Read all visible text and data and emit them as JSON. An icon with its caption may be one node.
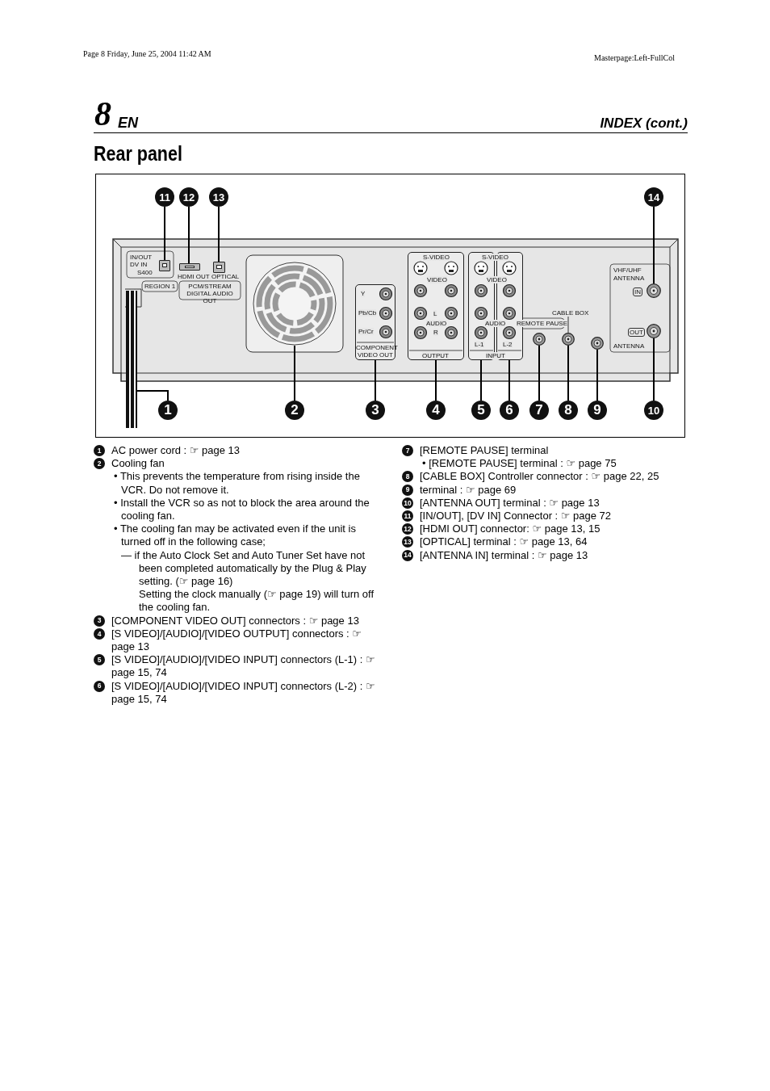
{
  "diagram": {
    "title": "Rear panel",
    "nodes": [
      {
        "text": [
          "11"
        ]
      },
      {
        "text": [
          "12"
        ]
      },
      {
        "text": [
          "13"
        ]
      },
      {
        "text": [
          "14"
        ]
      },
      {
        "text": [
          "1"
        ]
      },
      {
        "text": [
          "2"
        ]
      },
      {
        "text": [
          "3"
        ]
      },
      {
        "text": [
          "4"
        ]
      },
      {
        "text": [
          "5"
        ]
      },
      {
        "text": [
          "6"
        ]
      },
      {
        "text": [
          "7"
        ]
      },
      {
        "text": [
          "8"
        ]
      },
      {
        "text": [
          "9"
        ]
      },
      {
        "text": [
          "10"
        ]
      },
      {
        "text": [],
        "shape": "box"
      },
      {
        "text": [],
        "shape": "box"
      },
      {
        "text": [],
        "shape": "box"
      },
      {
        "text": [],
        "shape": "circle",
        "beside": [
          "IN"
        ]
      },
      {
        "text": [],
        "shape": "cable"
      },
      {
        "text": [],
        "shape": "fan"
      },
      {
        "text": [],
        "shape": "box"
      },
      {
        "text": [],
        "shape": "box"
      },
      {
        "text": [],
        "shape": "box"
      },
      {
        "text": [],
        "shape": "box"
      },
      {
        "text": [],
        "shape": "circle"
      },
      {
        "text": [],
        "shape": "circle"
      },
      {
        "text": [],
        "shape": "circle"
      },
      {
        "text": [],
        "shape": "circle",
        "beside": [
          "OUT"
        ]
      }
    ],
    "edges": [
      {
        "from": 0,
        "to": 14,
        "arrow": "none"
      },
      {
        "from": 1,
        "to": 15,
        "arrow": "none"
      },
      {
        "from": 2,
        "to": 16,
        "arrow": "none"
      },
      {
        "from": 3,
        "to": 17,
        "arrow": "none"
      },
      {
        "from": 4,
        "to": 18,
        "arrow": "none"
      },
      {
        "from": 5,
        "to": 19,
        "arrow": "none"
      },
      {
        "from": 6,
        "to": 20,
        "arrow": "none"
      },
      {
        "from": 7,
        "to": 21,
        "arrow": "none"
      },
      {
        "from": 8,
        "to": 22,
        "arrow": "none"
      },
      {
        "from": 9,
        "to": 23,
        "arrow": "none"
      },
      {
        "from": 10,
        "to": 24,
        "arrow": "none"
      },
      {
        "from": 11,
        "to": 25,
        "arrow": "none"
      },
      {
        "from": 12,
        "to": 26,
        "arrow": "none"
      },
      {
        "from": 13,
        "to": 27,
        "arrow": "none"
      }
    ],
    "labels": [
      "Page 8 Friday, June 25, 2004 11:42 AM",
      "Masterpage:Left-FullCol",
      "8",
      "EN",
      "INDEX (cont.)",
      "IN/OUT",
      "DV IN",
      "S400",
      "REGION 1",
      "HDMI OUT",
      "OPTICAL",
      "PCM/STREAM DIGITAL AUDIO OUT",
      "Y",
      "Pb/Cb",
      "Pr/Cr",
      "COMPONENT VIDEO OUT",
      "S-VIDEO",
      "VIDEO",
      "L",
      "AUDIO",
      "R",
      "OUTPUT",
      "S-VIDEO",
      "VIDEO",
      "AUDIO",
      "L-1",
      "L-2",
      "INPUT",
      "REMOTE PAUSE",
      "CABLE BOX",
      "VHF/UHF",
      "ANTENNA",
      "ANTENNA",
      "1",
      "AC power cord : ☞ page 13",
      "2",
      "Cooling fan",
      "• This prevents the temperature from rising inside the VCR. Do not remove it.",
      "• Install the VCR so as not to block the area around the cooling fan.",
      "• The cooling fan may be activated even if the unit is turned off in the following case;",
      "— if the Auto Clock Set and Auto Tuner Set have not been completed automatically by the Plug & Play setting. (☞ page 16)",
      "Setting the clock manually (☞ page 19) will turn off the cooling fan.",
      "3",
      "[COMPONENT VIDEO OUT] connectors : ☞ page 13",
      "4",
      "[S VIDEO]/[AUDIO]/[VIDEO OUTPUT] connectors : ☞ page 13",
      "5",
      "[S VIDEO]/[AUDIO]/[VIDEO INPUT] connectors (L-1) : ☞ page 15, 74",
      "6",
      "[S VIDEO]/[AUDIO]/[VIDEO INPUT] connectors (L-2) : ☞ page 15, 74",
      "7",
      "[REMOTE PAUSE] terminal",
      "• [REMOTE PAUSE] terminal : ☞ page 75",
      "8",
      "[CABLE BOX] Controller connector : ☞ page 22, 25",
      "9",
      "terminal : ☞ page 69",
      "10",
      "[ANTENNA OUT] terminal : ☞ page 13",
      "11",
      "[IN/OUT], [DV IN] Connector : ☞ page 72",
      "12",
      "[HDMI OUT] connector: ☞ page 13, 15",
      "13",
      "[OPTICAL] terminal : ☞ page 13, 64",
      "14",
      "[ANTENNA IN] terminal : ☞ page 13"
    ]
  }
}
